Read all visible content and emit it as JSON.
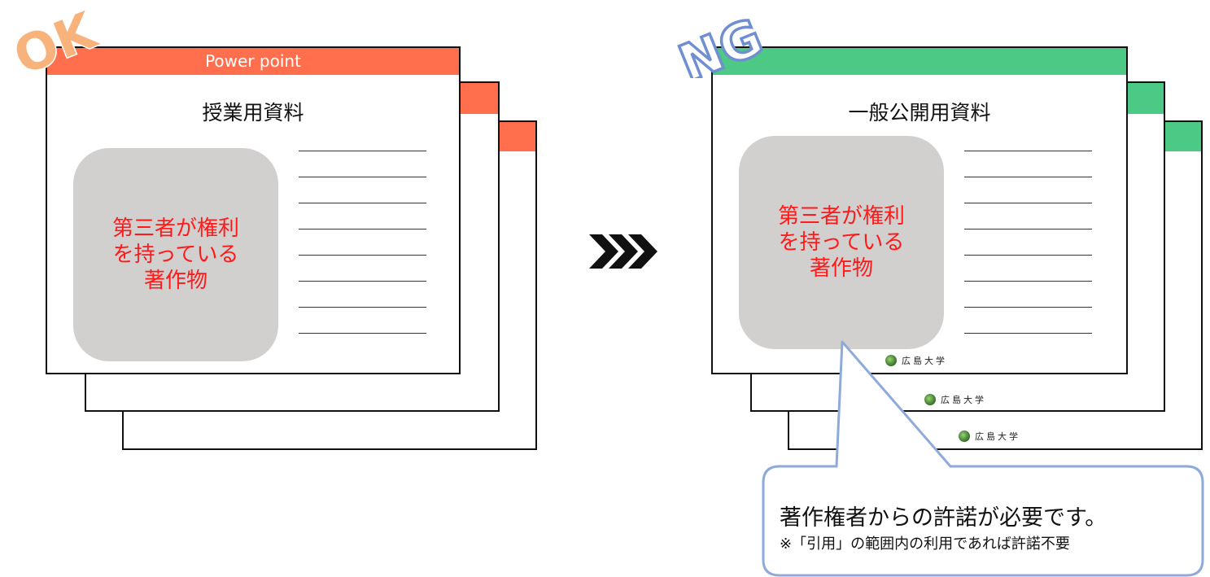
{
  "left": {
    "stamp": "OK",
    "app_label": "Power point",
    "title": "授業用資料",
    "placeholder": "第三者が権利\nを持っている\n著作物",
    "accent": "#ff6f4e"
  },
  "right": {
    "stamp": "NG",
    "title": "一般公開用資料",
    "placeholder": "第三者が権利\nを持っている\n著作物",
    "logo": "広島大学",
    "accent": "#4cc985"
  },
  "arrow": "chevrons-right",
  "callout": {
    "main": "著作権者からの許諾が必要です。",
    "note": "※「引用」の範囲内の利用であれば許諾不要",
    "border": "#8eaadb"
  }
}
